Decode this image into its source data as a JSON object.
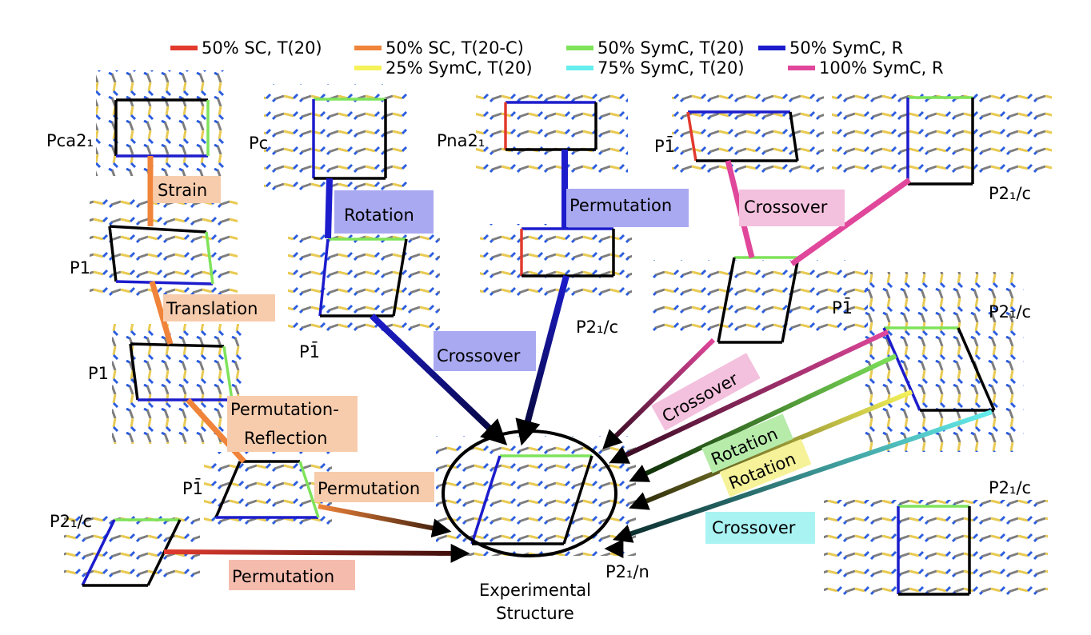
{
  "legend": {
    "items": [
      {
        "label": "50% SC, T(20)",
        "color": "#e23a2e"
      },
      {
        "label": "50% SC, T(20-C)",
        "color": "#f0843a"
      },
      {
        "label": "50% SymC, T(20)",
        "color": "#7fe35a"
      },
      {
        "label": "50% SymC, R",
        "color": "#1c1ccc"
      },
      {
        "label": "25% SymC, T(20)",
        "color": "#f5f25a"
      },
      {
        "label": "75% SymC, T(20)",
        "color": "#66eeee"
      },
      {
        "label": "100% SymC, R",
        "color": "#e0479b"
      }
    ]
  },
  "space_groups": {
    "pca21": "Pca2₁",
    "pc": "Pc",
    "pna21": "Pna2₁",
    "p1bar_top": "P1̄",
    "p21c_top_right": "P2₁/c",
    "p1_upper": "P1",
    "p1bar_mid_left": "P1̄",
    "p21c_mid": "P2₁/c",
    "p1bar_mid_right": "P1̄",
    "p21c_right": "P2₁/c",
    "p1_lower": "P1",
    "p1bar_lower": "P1̄",
    "p21c_bottom_left": "P2₁/c",
    "p21c_bottom_right": "P2₁/c",
    "p21n_center": "P2₁/n"
  },
  "operations": {
    "strain": "Strain",
    "translation": "Translation",
    "permutation_reflection_1": "Permutation-",
    "permutation_reflection_2": "Reflection",
    "permutation_left": "Permutation",
    "permutation_bottom": "Permutation",
    "rotation_top": "Rotation",
    "crossover_left": "Crossover",
    "permutation_top": "Permutation",
    "crossover_top_right": "Crossover",
    "crossover_right": "Crossover",
    "rotation_green": "Rotation",
    "rotation_yellow": "Rotation",
    "crossover_bottom_right": "Crossover"
  },
  "target": {
    "line1": "Experimental",
    "line2": "Structure"
  }
}
